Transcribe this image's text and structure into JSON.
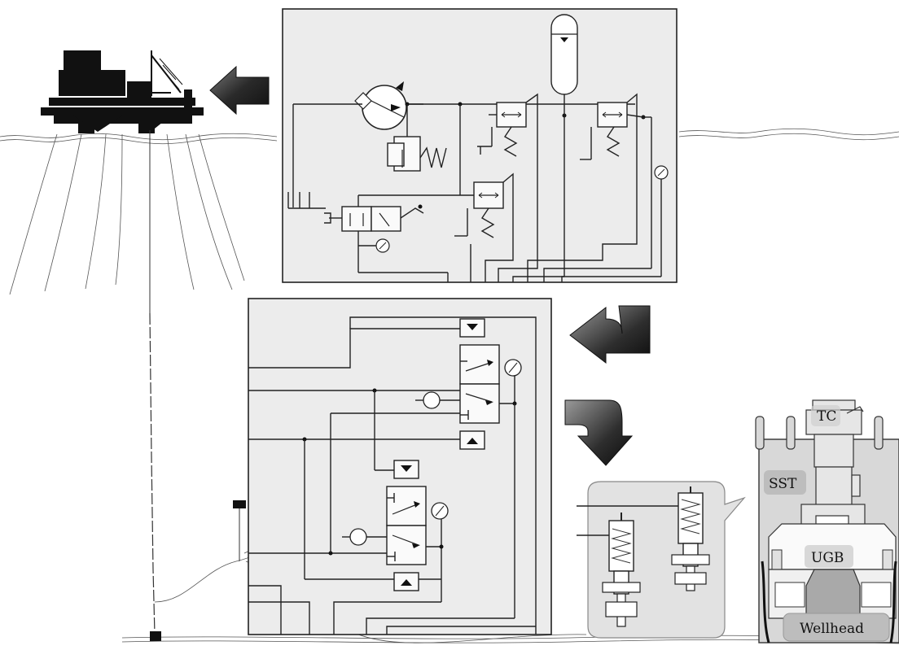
{
  "wellhead_labels": {
    "tc": "TC",
    "sst": "SST",
    "ugb": "UGB",
    "wellhead": "Wellhead"
  },
  "colors": {
    "panel": "#ececec",
    "line": "#222222",
    "arrow_dark": "#2a2a2a",
    "label_box": "#bdbdbd"
  }
}
